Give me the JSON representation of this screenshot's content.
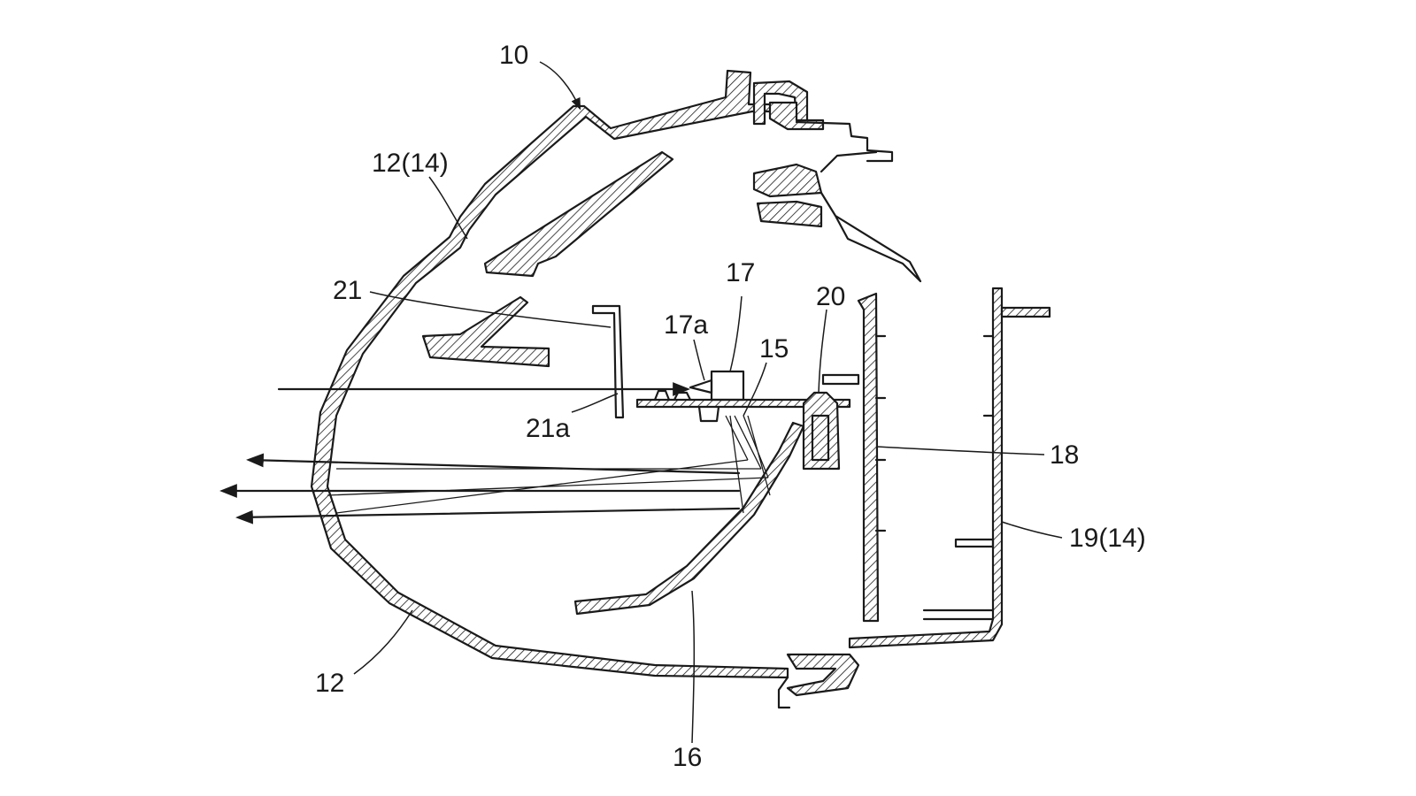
{
  "labels": {
    "l10": "10",
    "l12_14": "12(14)",
    "l21": "21",
    "l17": "17",
    "l17a": "17a",
    "l15": "15",
    "l20": "20",
    "l21a": "21a",
    "l18": "18",
    "l19_14": "19(14)",
    "l12": "12",
    "l16": "16"
  },
  "colors": {
    "stroke": "#1a1a1a",
    "background": "#ffffff"
  }
}
